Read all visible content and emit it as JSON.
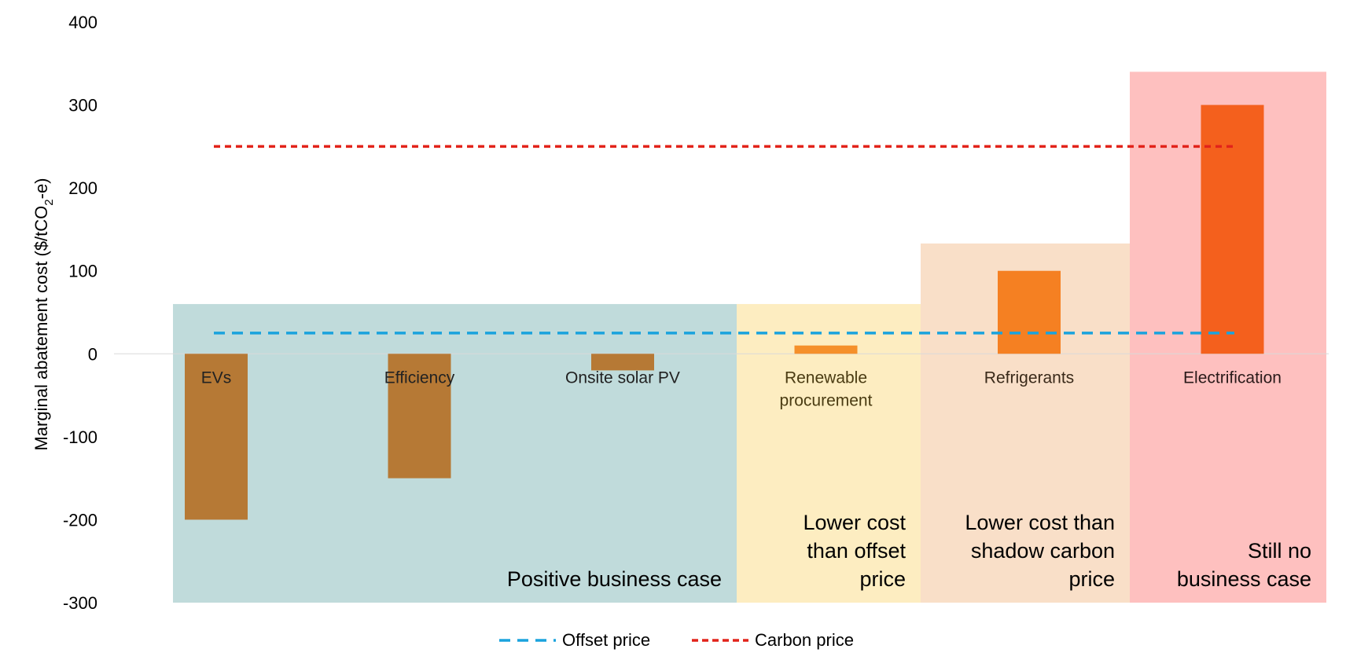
{
  "chart_data": {
    "type": "bar",
    "ylabel_main": "Marginal abatement cost ($/tCO",
    "ylabel_sub": "2",
    "ylabel_tail": "-e)",
    "ylim": [
      -300,
      400
    ],
    "yticks": [
      "400",
      "300",
      "200",
      "100",
      "0",
      "-100",
      "-200",
      "-300"
    ],
    "ytick_values": [
      400,
      300,
      200,
      100,
      0,
      -100,
      -200,
      -300
    ],
    "categories": [
      {
        "label": [
          "EVs"
        ],
        "value": -200,
        "color": "#b67935",
        "label_color": "#222222"
      },
      {
        "label": [
          "Efficiency"
        ],
        "value": -150,
        "color": "#b67935",
        "label_color": "#222222"
      },
      {
        "label": [
          "Onsite solar PV"
        ],
        "value": -20,
        "color": "#b67935",
        "label_color": "#222222"
      },
      {
        "label": [
          "Renewable",
          "procurement"
        ],
        "value": 10,
        "color": "#f5902a",
        "label_color": "#4a3b12"
      },
      {
        "label": [
          "Refrigerants"
        ],
        "value": 100,
        "color": "#f58022",
        "label_color": "#3a2a1a"
      },
      {
        "label": [
          "Electrification"
        ],
        "value": 300,
        "color": "#f4601d",
        "label_color": "#2a1a1a"
      }
    ],
    "regions": [
      {
        "lines": [
          "Positive business case"
        ],
        "color": "#c0dbdb",
        "top_value": 60,
        "bottom_value": -300,
        "first": 0,
        "last": 2
      },
      {
        "lines": [
          "Lower cost",
          "than offset",
          "price"
        ],
        "color": "#fdedc1",
        "top_value": 60,
        "bottom_value": -300,
        "first": 3,
        "last": 3
      },
      {
        "lines": [
          "Lower cost than",
          "shadow carbon",
          "price"
        ],
        "color": "#f9dfc8",
        "top_value": 133,
        "bottom_value": -300,
        "first": 4,
        "last": 4
      },
      {
        "lines": [
          "Still no",
          "business case"
        ],
        "color": "#fec0bf",
        "top_value": 340,
        "bottom_value": -300,
        "first": 5,
        "last": 5
      }
    ],
    "reference_lines": [
      {
        "name": "Offset price",
        "value": 25,
        "color": "#1aa3dd"
      },
      {
        "name": "Carbon price",
        "value": 250,
        "color": "#e2231a"
      }
    ],
    "legend_position": "bottom",
    "grid": false
  }
}
